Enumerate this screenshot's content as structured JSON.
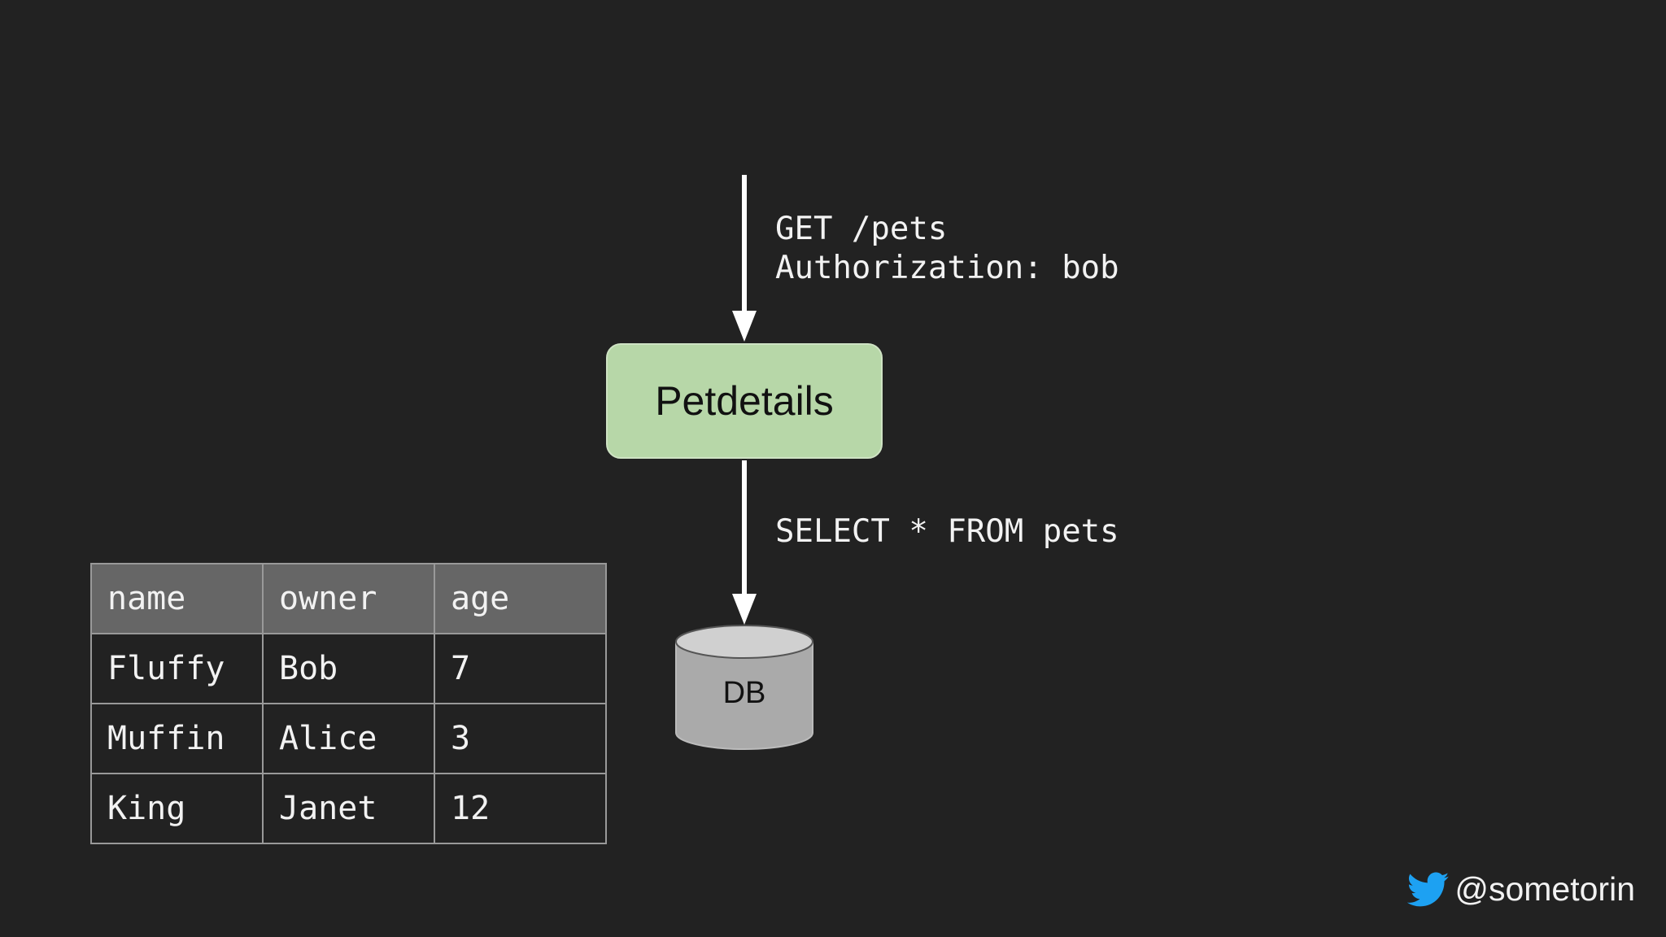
{
  "request": {
    "line1": "GET /pets",
    "line2": "Authorization: bob"
  },
  "service": {
    "name": "Petdetails"
  },
  "query": {
    "text": "SELECT * FROM pets"
  },
  "database": {
    "label": "DB"
  },
  "table": {
    "headers": [
      "name",
      "owner",
      "age"
    ],
    "rows": [
      [
        "Fluffy",
        "Bob",
        "7"
      ],
      [
        "Muffin",
        "Alice",
        "3"
      ],
      [
        "King",
        "Janet",
        "12"
      ]
    ]
  },
  "footer": {
    "handle": "@sometorin",
    "icon": "twitter-bird-icon"
  },
  "colors": {
    "background": "#222222",
    "service_fill": "#b7d7a8",
    "db_fill": "#aaaaaa",
    "table_header": "#666666",
    "twitter_blue": "#1da1f2"
  }
}
